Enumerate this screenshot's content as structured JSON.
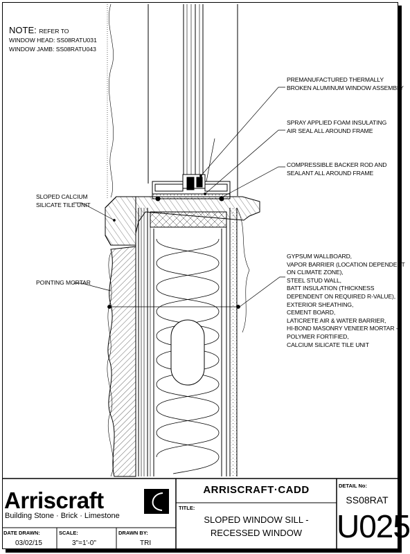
{
  "note": {
    "title": "NOTE:",
    "title_suffix": "REFER TO",
    "lines": [
      "WINDOW HEAD: SS08RATU031",
      "WINDOW JAMB: SS08RATU043"
    ]
  },
  "callouts": {
    "window_assembly": [
      "PREMANUFACTURED THERMALLY",
      "BROKEN ALUMINUM WINDOW ASSEMBLY"
    ],
    "foam": [
      "SPRAY APPLIED FOAM INSULATING",
      "AIR SEAL ALL AROUND FRAME"
    ],
    "backer_rod": [
      "COMPRESSIBLE BACKER ROD AND",
      "SEALANT ALL AROUND FRAME"
    ],
    "sill_unit": [
      "SLOPED CALCIUM",
      "SILICATE TILE UNIT"
    ],
    "pointing": [
      "POINTING MORTAR"
    ],
    "wall_layers": [
      "GYPSUM WALLBOARD,",
      "VAPOR BARRIER (LOCATION DEPENDENT",
      "ON CLIMATE ZONE),",
      "STEEL STUD WALL,",
      "BATT INSULATION (THICKNESS",
      "DEPENDENT ON REQUIRED R-VALUE),",
      "EXTERIOR SHEATHING,",
      "CEMENT BOARD,",
      "LATICRETE AIR & WATER BARRIER,",
      "HI-BOND MASONRY VENEER MORTAR -",
      "POLYMER FORTIFIED,",
      "CALCIUM SILICATE TILE UNIT"
    ]
  },
  "title_block": {
    "logo_word": "Arriscraft",
    "logo_tagline": "Building Stone · Brick · Limestone",
    "cadd": "ARRISCRAFT·CADD",
    "title_label": "TITLE:",
    "title_lines": [
      "SLOPED WINDOW SILL -",
      "RECESSED WINDOW"
    ],
    "detail_label": "DETAIL No:",
    "detail_code_a": "SS08RAT",
    "detail_code_b": "U025",
    "date_label": "DATE DRAWN:",
    "date_value": "03/02/15",
    "scale_label": "SCALE:",
    "scale_value": "3\"=1'-0\"",
    "drawn_label": "DRAWN BY:",
    "drawn_value": "TRI"
  },
  "colors": {
    "ink": "#000000",
    "paper": "#ffffff"
  }
}
